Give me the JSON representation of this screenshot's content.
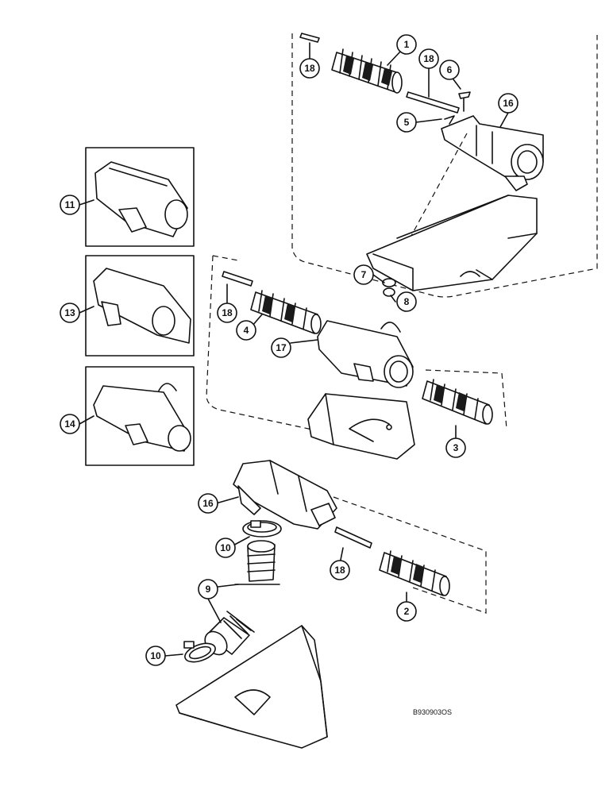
{
  "drawing_id": "B930903OS",
  "callouts": [
    {
      "id": "c1",
      "label": "1"
    },
    {
      "id": "c18a",
      "label": "18"
    },
    {
      "id": "c18b",
      "label": "18"
    },
    {
      "id": "c6",
      "label": "6"
    },
    {
      "id": "c5",
      "label": "5"
    },
    {
      "id": "c16a",
      "label": "16"
    },
    {
      "id": "c11",
      "label": "11"
    },
    {
      "id": "c13",
      "label": "13"
    },
    {
      "id": "c14",
      "label": "14"
    },
    {
      "id": "c7",
      "label": "7"
    },
    {
      "id": "c8",
      "label": "8"
    },
    {
      "id": "c18c",
      "label": "18"
    },
    {
      "id": "c4",
      "label": "4"
    },
    {
      "id": "c17",
      "label": "17"
    },
    {
      "id": "c3",
      "label": "3"
    },
    {
      "id": "c16b",
      "label": "16"
    },
    {
      "id": "c10a",
      "label": "10"
    },
    {
      "id": "c9",
      "label": "9"
    },
    {
      "id": "c18d",
      "label": "18"
    },
    {
      "id": "c2",
      "label": "2"
    },
    {
      "id": "c10b",
      "label": "10"
    }
  ]
}
